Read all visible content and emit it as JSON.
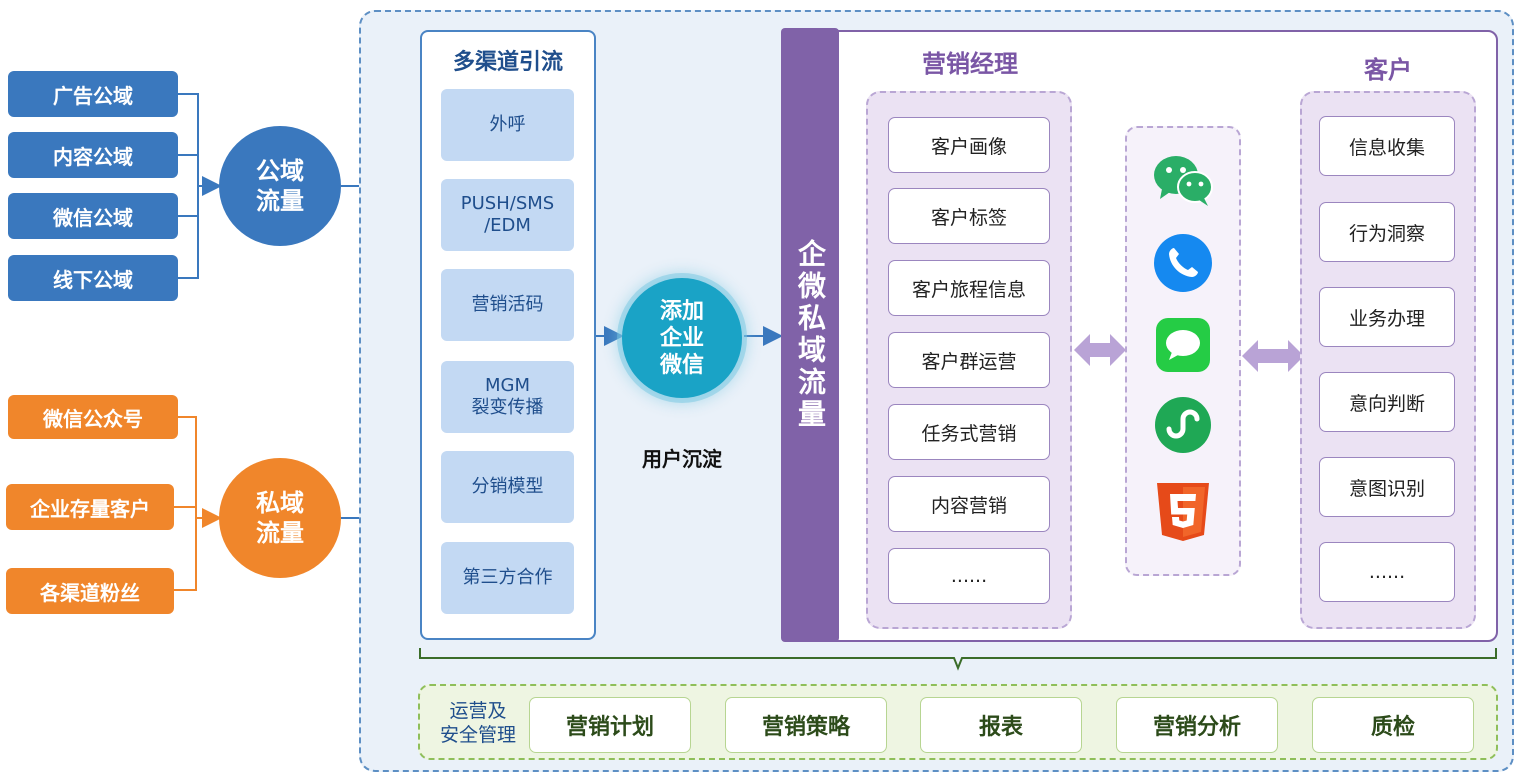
{
  "public_sources": [
    "广告公域",
    "内容公域",
    "微信公域",
    "线下公域"
  ],
  "private_sources": [
    "微信公众号",
    "企业存量客户",
    "各渠道粉丝"
  ],
  "public_traffic": {
    "line1": "公域",
    "line2": "流量"
  },
  "private_traffic": {
    "line1": "私域",
    "line2": "流量"
  },
  "channels": {
    "title": "多渠道引流",
    "items": [
      {
        "line1": "外呼",
        "line2": ""
      },
      {
        "line1": "PUSH/SMS",
        "line2": "/EDM"
      },
      {
        "line1": "营销活码",
        "line2": ""
      },
      {
        "line1": "MGM",
        "line2": "裂变传播"
      },
      {
        "line1": "分销模型",
        "line2": ""
      },
      {
        "line1": "第三方合作",
        "line2": ""
      }
    ]
  },
  "add_wecom": {
    "line1": "添加",
    "line2": "企业",
    "line3": "微信"
  },
  "user_settle": "用户沉淀",
  "wecom_private": "企微私域流量",
  "manager": {
    "title": "营销经理",
    "items": [
      "客户画像",
      "客户标签",
      "客户旅程信息",
      "客户群运营",
      "任务式营销",
      "内容营销",
      "......"
    ]
  },
  "customer": {
    "title": "客户",
    "items": [
      "信息收集",
      "行为洞察",
      "业务办理",
      "意向判断",
      "意图识别",
      "......"
    ]
  },
  "icons": [
    "wechat-icon",
    "phone-icon",
    "message-icon",
    "mini-program-icon",
    "html5-icon"
  ],
  "colors": {
    "blue": "#3a78be",
    "orange": "#f0862b",
    "purple": "#8062a8",
    "teal": "#1aa3c6",
    "green": "#8fbf5a"
  },
  "ops": {
    "label_line1": "运营及",
    "label_line2": "安全管理",
    "items": [
      "营销计划",
      "营销策略",
      "报表",
      "营销分析",
      "质检"
    ]
  }
}
